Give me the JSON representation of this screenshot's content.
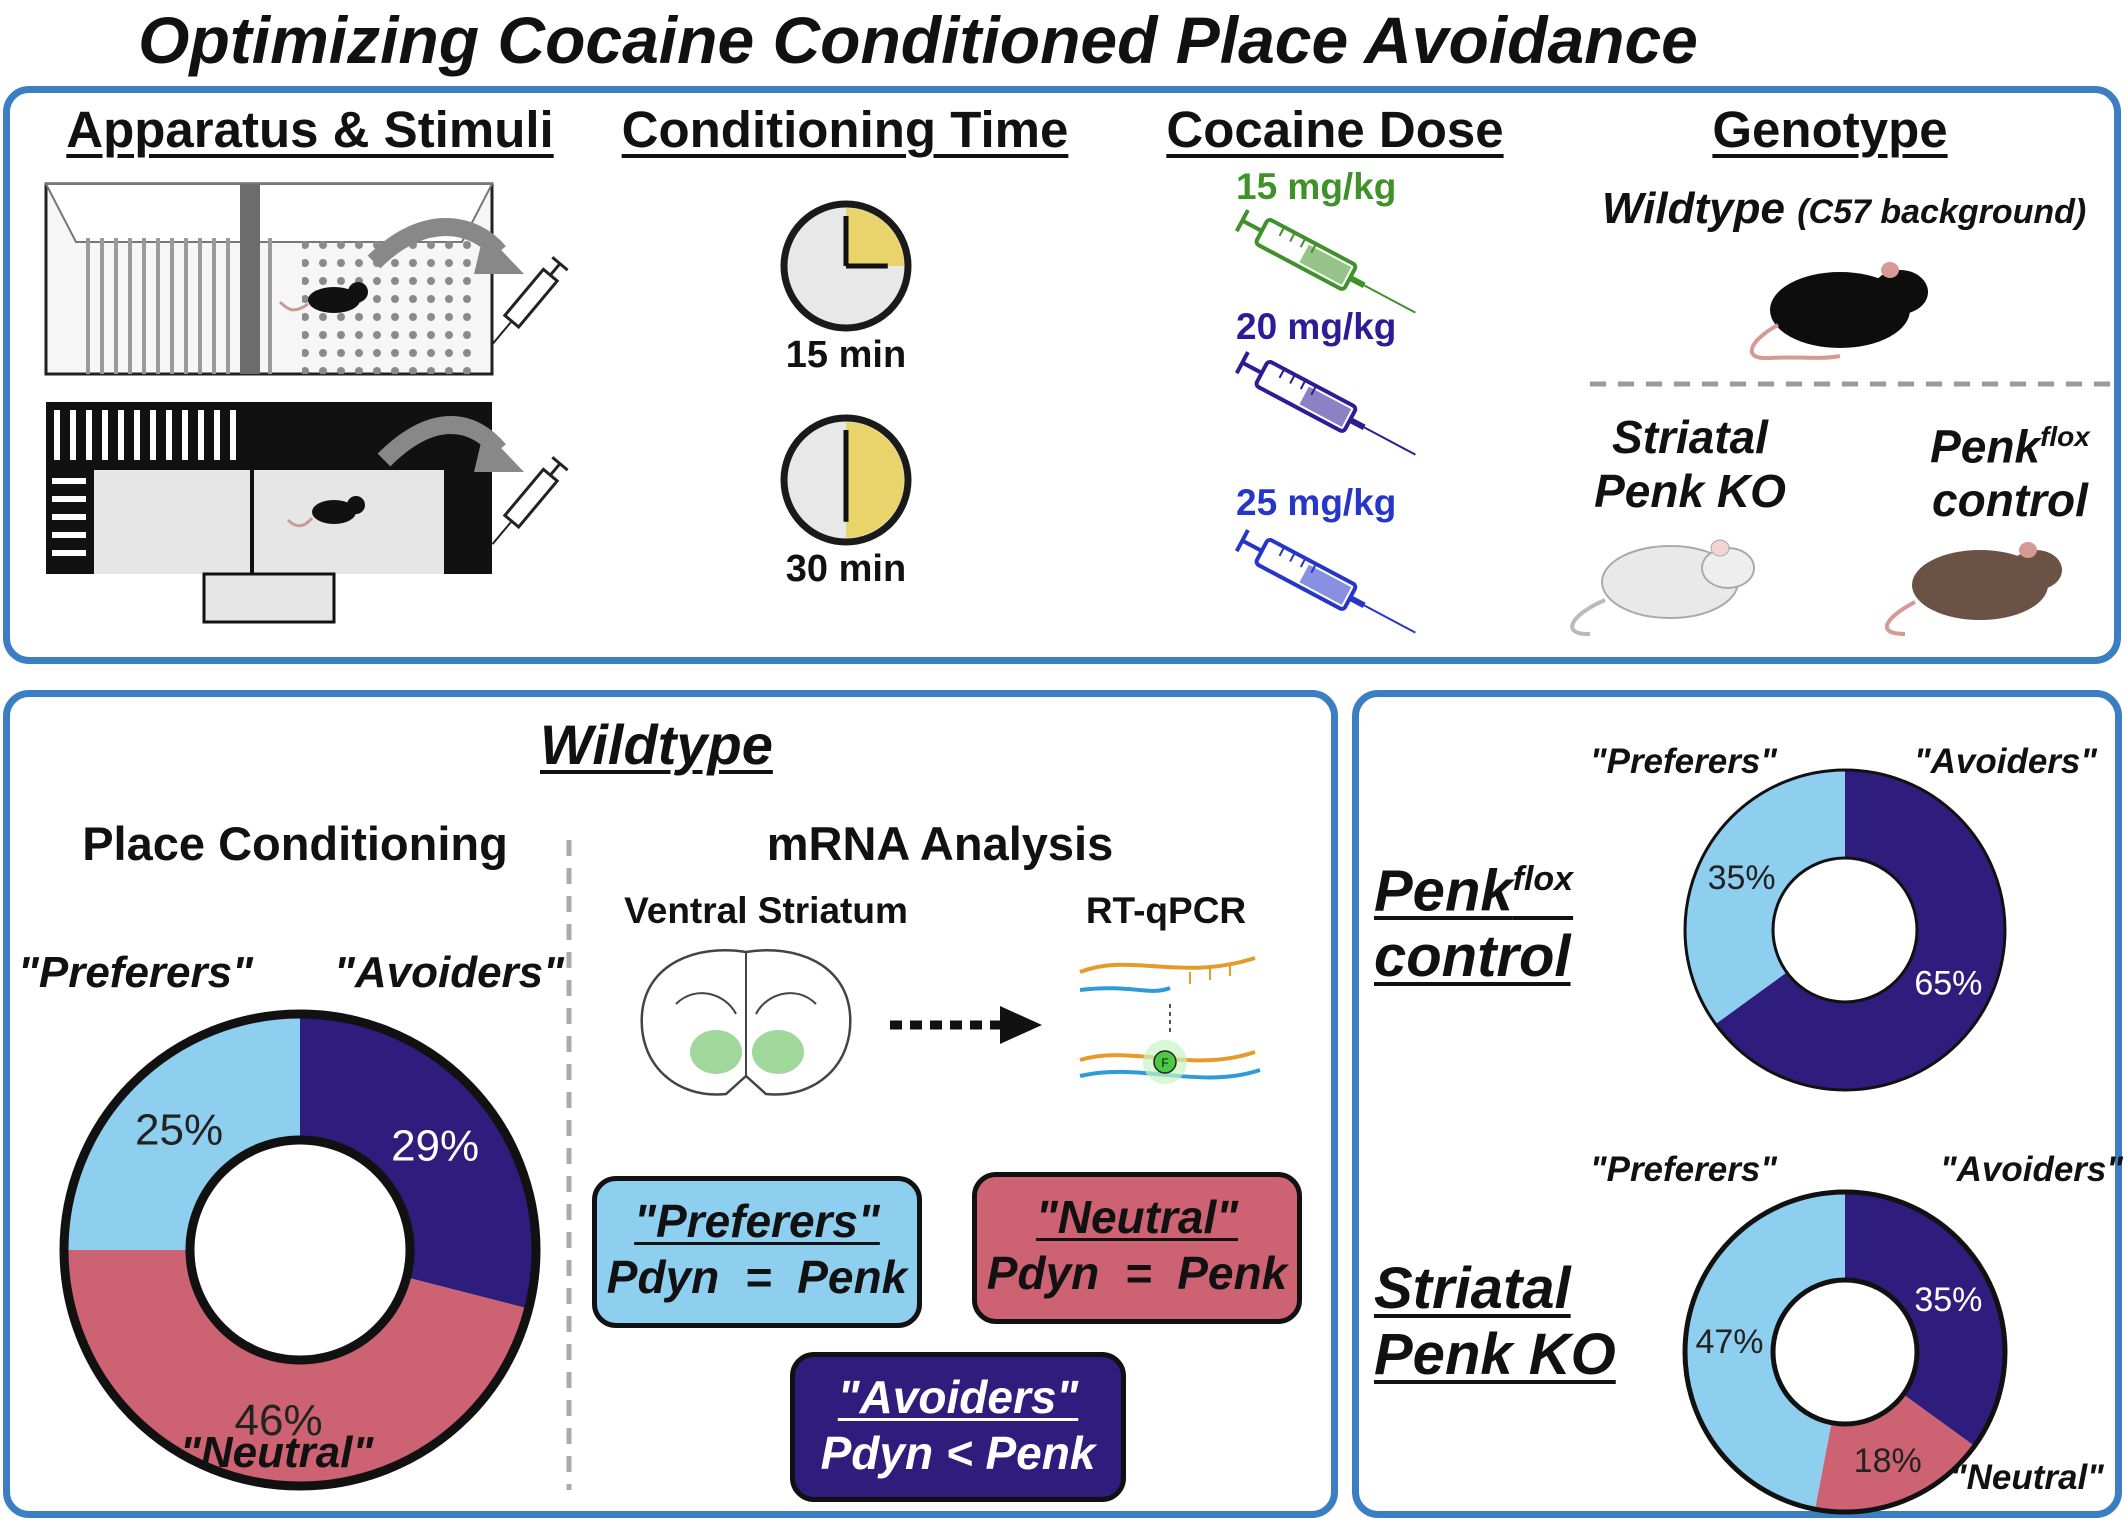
{
  "title": "Optimizing Cocaine Conditioned Place Avoidance",
  "top_panel": {
    "apparatus_heading": "Apparatus & Stimuli",
    "time_heading": "Conditioning Time",
    "dose_heading": "Cocaine Dose",
    "genotype_heading": "Genotype",
    "times": [
      "15 min",
      "30 min"
    ],
    "time_fractions": [
      0.25,
      0.5
    ],
    "doses": [
      {
        "label": "15 mg/kg",
        "color": "#3f9129"
      },
      {
        "label": "20 mg/kg",
        "color": "#2c1c95"
      },
      {
        "label": "25 mg/kg",
        "color": "#2636c8"
      }
    ],
    "wildtype": "Wildtype",
    "wildtype_note": "(C57 background)",
    "ko_line1": "Striatal",
    "ko_line2": "Penk KO",
    "flox_base": "Penk",
    "flox_sup": "flox",
    "flox_line2": "control"
  },
  "wildtype_panel": {
    "heading": "Wildtype",
    "place_heading": "Place Conditioning",
    "mrna_heading": "mRNA Analysis",
    "ventral_label": "Ventral Striatum",
    "rtqpcr_label": "RT-qPCR",
    "fluor_label": "F",
    "boxes": {
      "preferers_title": "\"Preferers\"",
      "preferers_eq": "Pdyn  =  Penk",
      "neutral_title": "\"Neutral\"",
      "neutral_eq": "Pdyn  =  Penk",
      "avoiders_title": "\"Avoiders\"",
      "avoiders_eq": "Pdyn < Penk"
    }
  },
  "right_panel": {
    "flox_base": "Penk",
    "flox_sup": "flox",
    "flox_line2": "control",
    "ko_line1": "Striatal",
    "ko_line2": "Penk KO"
  },
  "colors": {
    "preferers": "#8ecfef",
    "avoiders": "#2e1d7c",
    "neutral": "#cc6272",
    "frame": "#3b7fc2",
    "clock_fill": "#e8d46a"
  },
  "chart_data": [
    {
      "type": "pie",
      "title": "Wildtype",
      "categories": [
        "\"Avoiders\"",
        "\"Neutral\"",
        "\"Preferers\""
      ],
      "values": [
        29,
        46,
        25
      ],
      "labels": [
        "29%",
        "46%",
        "25%"
      ]
    },
    {
      "type": "pie",
      "categories": [
        "\"Avoiders\"",
        "\"Preferers\""
      ],
      "values": [
        65,
        35
      ],
      "labels": [
        "65%",
        "35%"
      ]
    },
    {
      "type": "pie",
      "categories": [
        "\"Avoiders\"",
        "\"Neutral\"",
        "\"Preferers\""
      ],
      "values": [
        35,
        18,
        47
      ],
      "labels": [
        "35%",
        "18%",
        "47%"
      ]
    }
  ]
}
